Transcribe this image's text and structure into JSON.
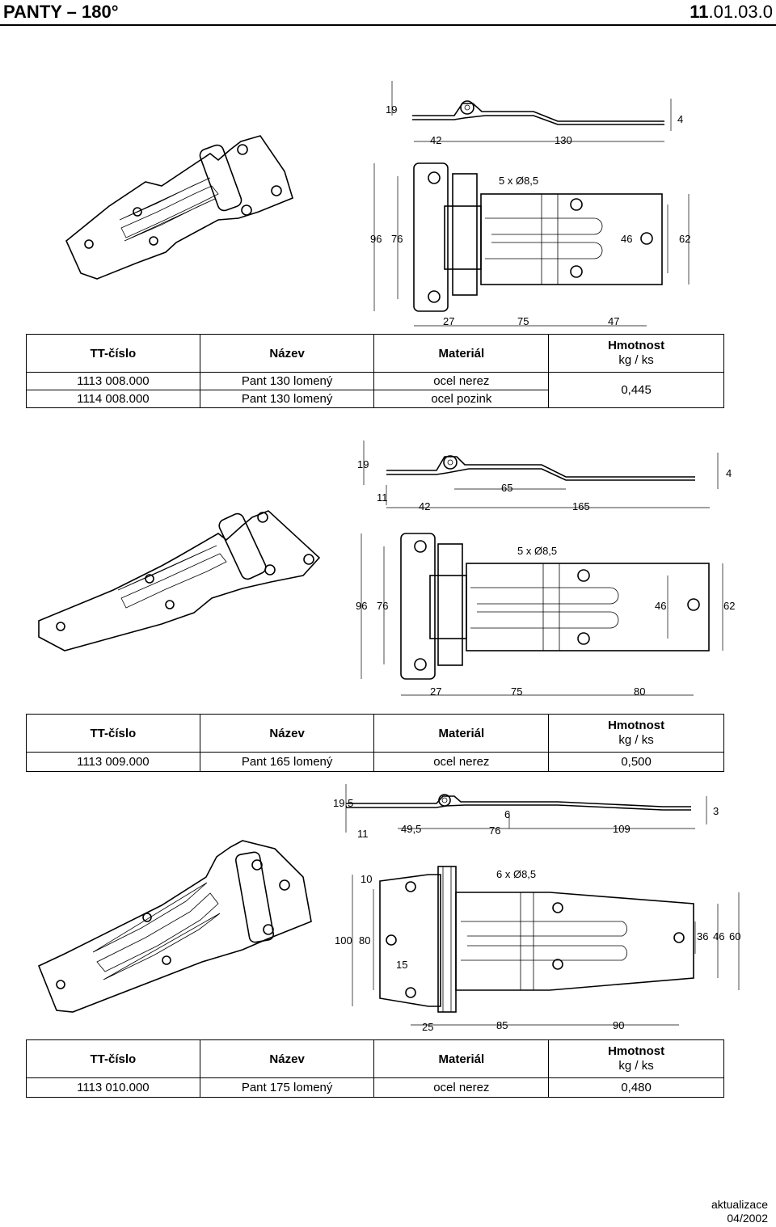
{
  "header": {
    "title": "PANTY – 180°",
    "code_bold": "11",
    "code_rest": ".01.03.0"
  },
  "columns": {
    "tt": "TT-číslo",
    "name": "Název",
    "material": "Materiál",
    "weight": "Hmotnost",
    "weight_unit": "kg / ks"
  },
  "products": [
    {
      "dims": {
        "d19": "19",
        "d4": "4",
        "d42": "42",
        "d130": "130",
        "holes": "5 x Ø8,5",
        "d96": "96",
        "d76": "76",
        "d46": "46",
        "d62": "62",
        "d27": "27",
        "d75": "75",
        "d47": "47"
      },
      "rows": [
        {
          "tt": "1113 008.000",
          "name": "Pant 130 lomený",
          "material": "ocel nerez"
        },
        {
          "tt": "1114 008.000",
          "name": "Pant 130 lomený",
          "material": "ocel pozink"
        }
      ],
      "weight": "0,445"
    },
    {
      "dims": {
        "d19": "19",
        "d11": "11",
        "d4": "4",
        "d42": "42",
        "d65": "65",
        "d165": "165",
        "holes": "5 x Ø8,5",
        "d96": "96",
        "d76": "76",
        "d46": "46",
        "d62": "62",
        "d27": "27",
        "d75": "75",
        "d80": "80"
      },
      "rows": [
        {
          "tt": "1113 009.000",
          "name": "Pant 165 lomený",
          "material": "ocel nerez"
        }
      ],
      "weight": "0,500"
    },
    {
      "dims": {
        "d195": "19,5",
        "d11": "11",
        "d6": "6",
        "d3": "3",
        "d495": "49,5",
        "d76": "76",
        "d109": "109",
        "holes": "6 x Ø8,5",
        "d10": "10",
        "d100": "100",
        "d80": "80",
        "d15": "15",
        "d36": "36",
        "d46": "46",
        "d60": "60",
        "d25": "25",
        "d85": "85",
        "d90": "90"
      },
      "rows": [
        {
          "tt": "1113 010.000",
          "name": "Pant 175 lomený",
          "material": "ocel nerez"
        }
      ],
      "weight": "0,480"
    }
  ],
  "footer": {
    "line1": "aktualizace",
    "line2": "04/2002"
  }
}
